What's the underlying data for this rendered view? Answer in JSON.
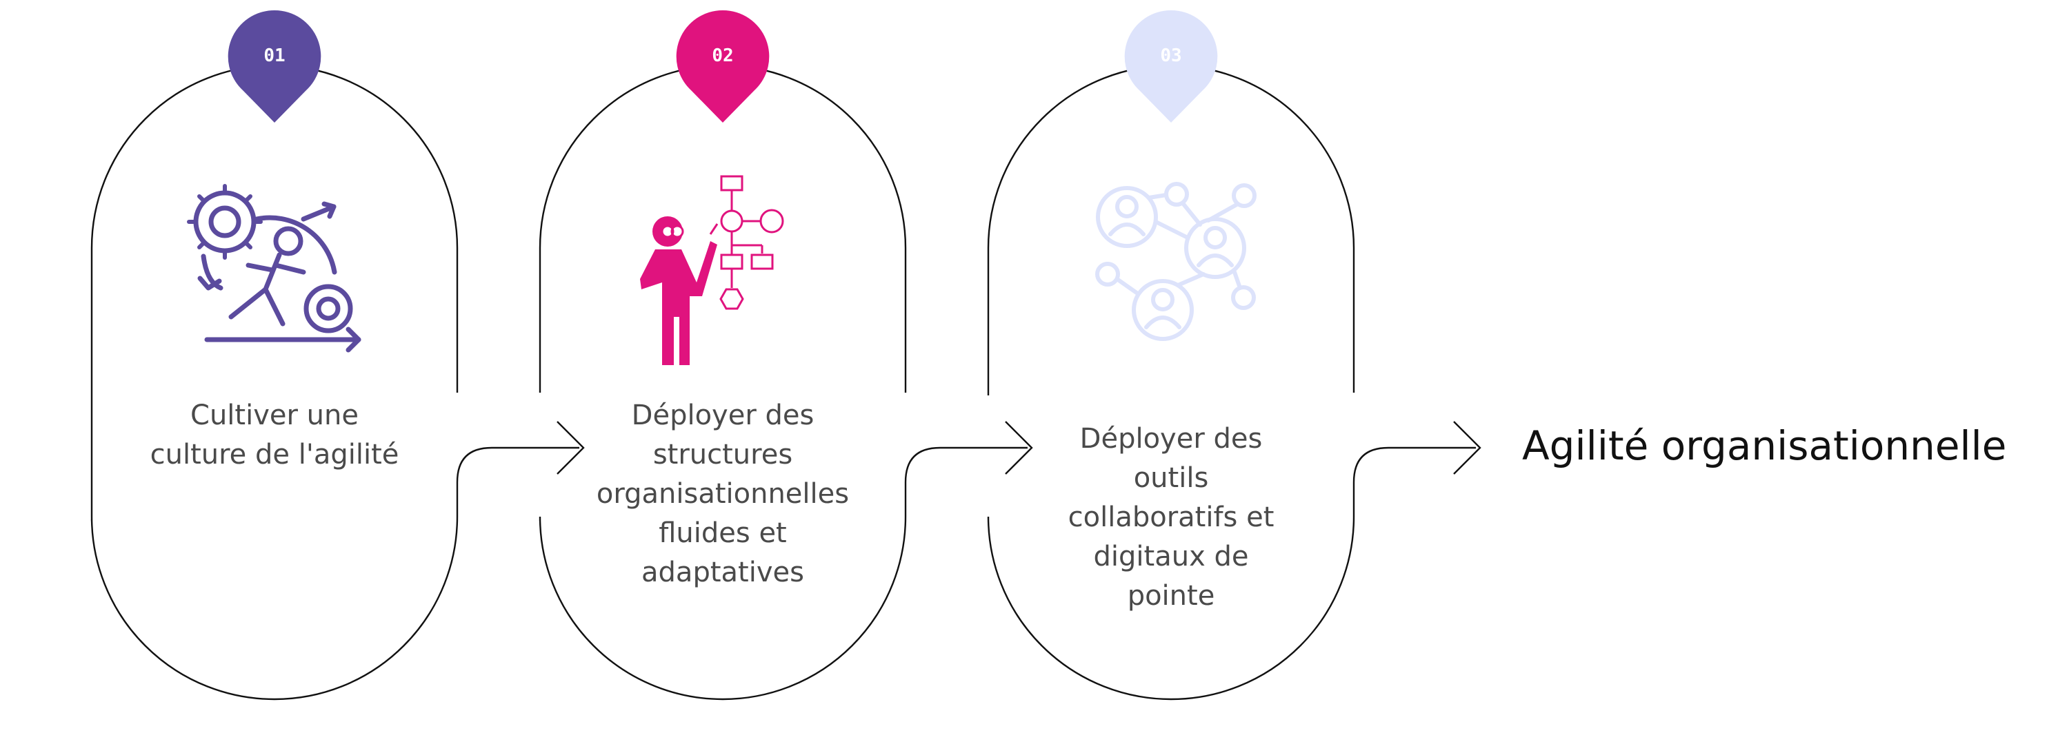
{
  "steps": [
    {
      "number": "01",
      "color": "#5b4b9e",
      "icon": "agile-runner-icon",
      "lines": [
        "Cultiver une",
        "culture de l'agilité"
      ]
    },
    {
      "number": "02",
      "color": "#e0137e",
      "icon": "presenter-flowchart-icon",
      "lines": [
        "Déployer des",
        "structures",
        "organisationnelles",
        "fluides et",
        "adaptatives"
      ]
    },
    {
      "number": "03",
      "color": "#dde3fb",
      "icon": "people-network-icon",
      "lines": [
        "Déployer des",
        "outils",
        "collaboratifs et",
        "digitaux de",
        "pointe"
      ]
    }
  ],
  "outcome": {
    "label": "Agilité organisationnelle"
  }
}
